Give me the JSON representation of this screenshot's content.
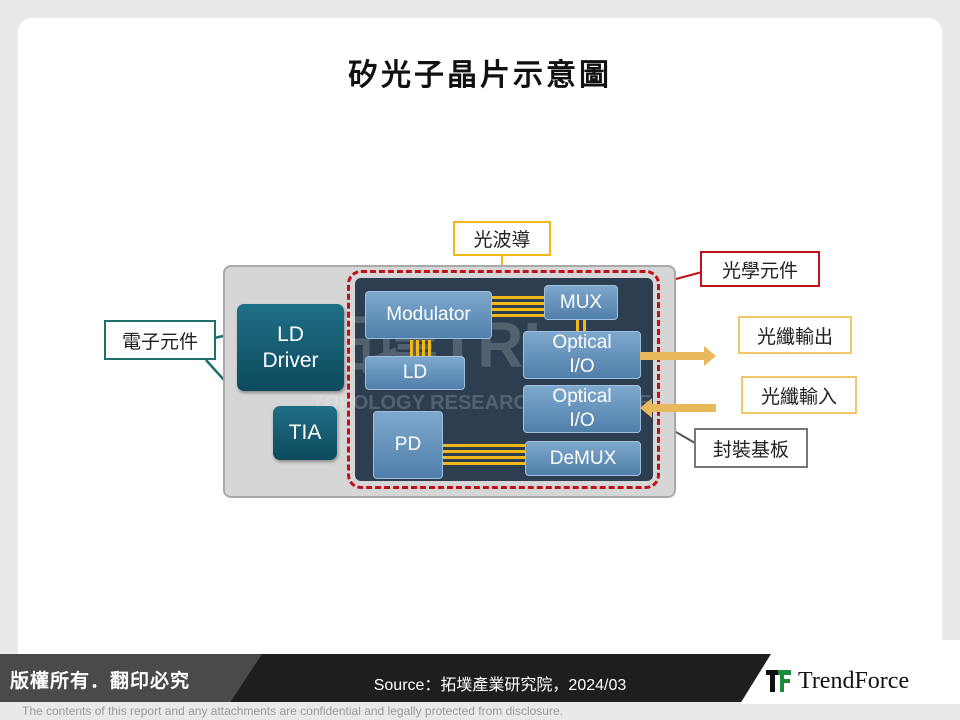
{
  "title": "矽光子晶片示意圖",
  "diagram": {
    "blocks": {
      "ld_driver_line1": "LD",
      "ld_driver_line2": "Driver",
      "tia": "TIA",
      "modulator": "Modulator",
      "mux": "MUX",
      "ld": "LD",
      "optical_io_1_line1": "Optical",
      "optical_io_1_line2": "I/O",
      "optical_io_2_line1": "Optical",
      "optical_io_2_line2": "I/O",
      "pd": "PD",
      "demux": "DeMUX"
    },
    "callouts": {
      "waveguide": "光波導",
      "optical_components": "光學元件",
      "electronic_components": "電子元件",
      "fiber_output": "光纖輸出",
      "fiber_input": "光纖輸入",
      "package_substrate": "封裝基板"
    }
  },
  "footer": {
    "copyright": "版權所有．翻印必究",
    "source": "Source：拓墣產業研究院，2024/03",
    "brand": "TrendForce",
    "disclaimer": "The contents of this report and any attachments are confidential and legally protected from disclosure."
  },
  "colors": {
    "chip": "#2c3e50",
    "dark_block": "#0d4a5e",
    "blue_block": "#5b8ab5",
    "waveguide": "#f2b817",
    "optical_border": "#c0101a",
    "electronic_border": "#1f6f6f",
    "package_border": "#555555"
  }
}
